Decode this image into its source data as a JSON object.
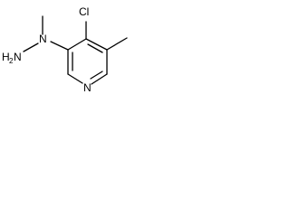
{
  "diagram": {
    "type": "chemical-structure",
    "atoms": {
      "chlorine": "Cl",
      "pyridine_nitrogen": "N",
      "hydrazine_nitrogen": "N",
      "amino_group": "H",
      "amino_subscript": "2",
      "amino_tail": "N"
    }
  }
}
